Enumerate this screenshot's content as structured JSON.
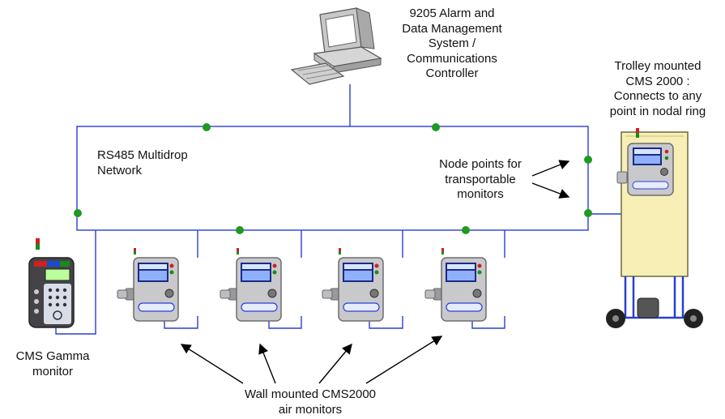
{
  "colors": {
    "network_line": "#2a3fd0",
    "node_dot": "#1f9a1f",
    "monitor_body": "#c9c9cc",
    "monitor_screen": "#b9c8ff",
    "trolley_panel": "#f7efb5",
    "trolley_frame": "#2a3fd0",
    "gamma_body": "#444448",
    "gamma_face": "#d8dde8",
    "arrow": "#000000"
  },
  "labels": {
    "controller": [
      "9205 Alarm and",
      "Data Management",
      "System /",
      "Communications",
      "Controller"
    ],
    "trolley": [
      "Trolley mounted",
      "CMS 2000 :",
      "Connects to any",
      "point in nodal ring"
    ],
    "network": [
      "RS485 Multidrop",
      "Network"
    ],
    "node_points": [
      "Node points for",
      "transportable",
      "monitors"
    ],
    "gamma": [
      "CMS Gamma",
      "monitor"
    ],
    "wall_monitors": [
      "Wall mounted CMS2000",
      "air monitors"
    ]
  },
  "icons": {
    "computer": "computer-icon",
    "gamma_monitor": "handheld-gamma-monitor-icon",
    "air_monitor": "cms2000-air-monitor-icon",
    "trolley": "trolley-cart-icon"
  }
}
